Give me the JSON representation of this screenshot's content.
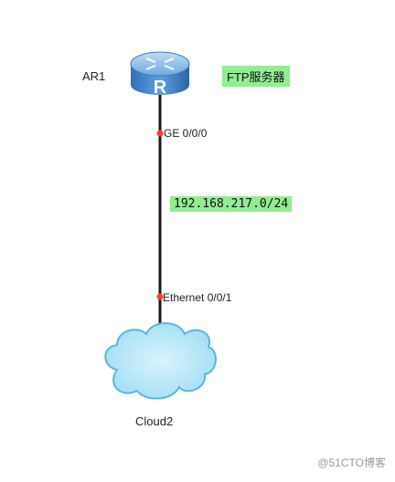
{
  "router": {
    "name": "AR1",
    "glyph": "R"
  },
  "router_port": {
    "label": "GE 0/0/0"
  },
  "server_tag": {
    "text": "FTP服务器"
  },
  "network_tag": {
    "text": "192.168.217.0/24"
  },
  "cloud_port": {
    "label": "Ethernet 0/0/1"
  },
  "cloud": {
    "name": "Cloud2"
  },
  "watermark": {
    "text": "@51CTO博客"
  },
  "colors": {
    "router_body": "#5a9bd5",
    "router_dark": "#2f6fb5",
    "link": "#1a1a1a",
    "port_dot": "#ff3b30",
    "tag_bg": "#90ee90",
    "cloud_fill": "#aee3f6",
    "cloud_stroke": "#59b7e0"
  }
}
